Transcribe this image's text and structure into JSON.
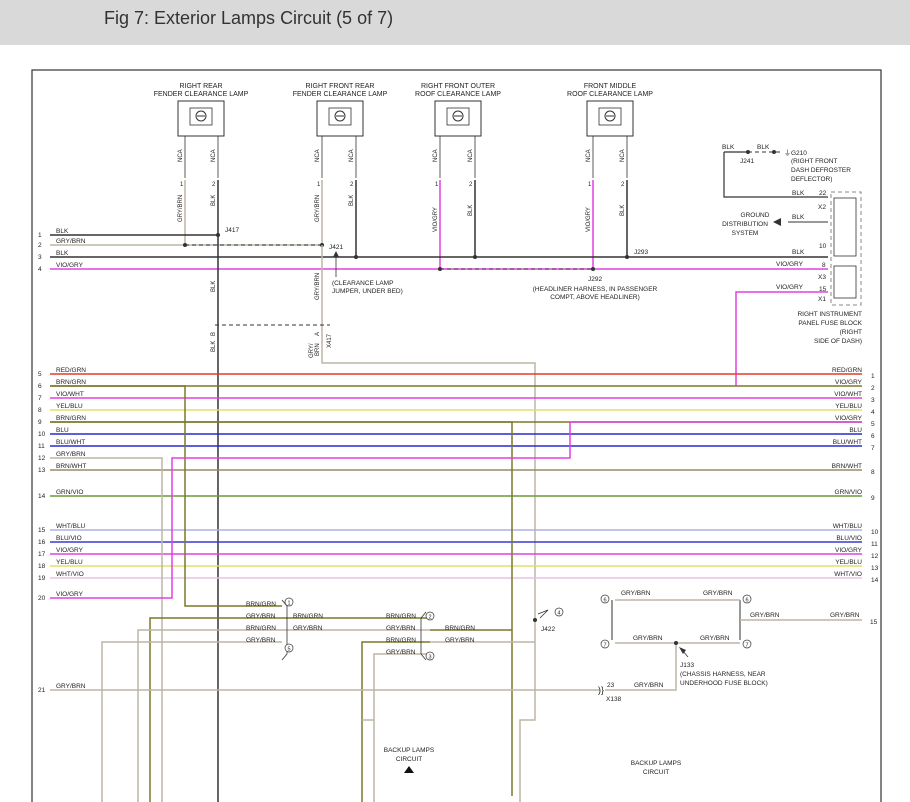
{
  "header": {
    "title": "Fig 7: Exterior Lamps Circuit (5 of 7)"
  },
  "lamps": [
    {
      "name1": "RIGHT REAR",
      "name2": "FENDER CLEARANCE LAMP",
      "pin1": "1",
      "pin2": "2",
      "nca": "NCA",
      "wire1": "GRY/BRN",
      "wire2": "BLK"
    },
    {
      "name1": "RIGHT FRONT REAR",
      "name2": "FENDER CLEARANCE LAMP",
      "pin1": "1",
      "pin2": "2",
      "nca": "NCA",
      "wire1": "GRY/BRN",
      "wire2": "BLK"
    },
    {
      "name1": "RIGHT FRONT OUTER",
      "name2": "ROOF CLEARANCE LAMP",
      "pin1": "1",
      "pin2": "2",
      "nca": "NCA",
      "wire1": "VIO/GRY",
      "wire2": "BLK"
    },
    {
      "name1": "FRONT MIDDLE",
      "name2": "ROOF CLEARANCE LAMP",
      "pin1": "1",
      "pin2": "2",
      "nca": "NCA",
      "wire1": "VIO/GRY",
      "wire2": "BLK"
    }
  ],
  "splices": {
    "j417": "J417",
    "j421": "J421",
    "j293": "J293",
    "j292": "J292",
    "j241": "J241",
    "j422": "J422",
    "j133": "J133",
    "x138": "X138",
    "x417": "X417",
    "g210": "G210",
    "x1": "X1",
    "x2": "X2",
    "x3": "X3"
  },
  "notes": {
    "clearance1": "(CLEARANCE LAMP",
    "clearance2": "JUMPER, UNDER BED)",
    "headliner1": "(HEADLINER HARNESS, IN PASSENGER",
    "headliner2": "COMPT, ABOVE HEADLINER)",
    "g210_1": "(RIGHT FRONT",
    "g210_2": "DASH DEFROSTER",
    "g210_3": "DEFLECTOR)",
    "gds1": "GROUND",
    "gds2": "DISTRIBUTION",
    "gds3": "SYSTEM",
    "ipfb1": "RIGHT INSTRUMENT",
    "ipfb2": "PANEL FUSE BLOCK",
    "ipfb3": "(RIGHT",
    "ipfb4": "SIDE OF DASH)",
    "chassis1": "(CHASSIS HARNESS, NEAR",
    "chassis2": "UNDERHOOD FUSE BLOCK)",
    "backup_a1": "BACKUP LAMPS",
    "backup_a2": "CIRCUIT",
    "backup_b1": "BACKUP LAMPS",
    "backup_b2": "CIRCUIT"
  },
  "top_labels": {
    "blk_j241": "BLK",
    "blk_g210": "BLK",
    "blk_22": "BLK",
    "blk_gds": "BLK",
    "blk_10": "BLK",
    "viogry_8": "VIO/GRY",
    "viogry_15": "VIO/GRY",
    "pin22": "22",
    "pin10": "10",
    "pin8": "8",
    "pin15": "15",
    "blk_drop": "BLK",
    "blk_b": "BLK",
    "pin_b": "B",
    "grybrn_drop": "GRY/BRN",
    "grybrn_a": "GRY/",
    "grybrn_a2": "BRN",
    "pin_a": "A"
  },
  "wires": [
    {
      "num": "1",
      "left": "BLK",
      "right": "",
      "rnum": "",
      "color": "#333333"
    },
    {
      "num": "2",
      "left": "GRY/BRN",
      "right": "",
      "rnum": "",
      "color": "#bdb6a6"
    },
    {
      "num": "3",
      "left": "BLK",
      "right": "",
      "rnum": "",
      "color": "#333333"
    },
    {
      "num": "4",
      "left": "VIO/GRY",
      "right": "",
      "rnum": "",
      "color": "#e040e0"
    },
    {
      "num": "5",
      "left": "RED/GRN",
      "right": "RED/GRN",
      "rnum": "1",
      "color": "#e53a2a"
    },
    {
      "num": "6",
      "left": "BRN/GRN",
      "right": "VIO/GRY",
      "rnum": "2",
      "color": "#7a7a2a"
    },
    {
      "num": "7",
      "left": "VIO/WHT",
      "right": "VIO/WHT",
      "rnum": "3",
      "color": "#e040e0"
    },
    {
      "num": "8",
      "left": "YEL/BLU",
      "right": "YEL/BLU",
      "rnum": "4",
      "color": "#e0e06a"
    },
    {
      "num": "9",
      "left": "BRN/GRN",
      "right": "VIO/GRY",
      "rnum": "5",
      "color": "#7a7a2a"
    },
    {
      "num": "10",
      "left": "BLU",
      "right": "BLU",
      "rnum": "6",
      "color": "#2a2ad0"
    },
    {
      "num": "11",
      "left": "BLU/WHT",
      "right": "BLU/WHT",
      "rnum": "7",
      "color": "#2a2ad0"
    },
    {
      "num": "12",
      "left": "GRY/BRN",
      "right": "",
      "rnum": "",
      "color": "#bdb6a6"
    },
    {
      "num": "13",
      "left": "BRN/WHT",
      "right": "BRN/WHT",
      "rnum": "8",
      "color": "#9a8a6a"
    },
    {
      "num": "14",
      "left": "GRN/VIO",
      "right": "GRN/VIO",
      "rnum": "9",
      "color": "#6a9a3a"
    },
    {
      "num": "15",
      "left": "WHT/BLU",
      "right": "WHT/BLU",
      "rnum": "10",
      "color": "#b0b0e0"
    },
    {
      "num": "16",
      "left": "BLU/VIO",
      "right": "BLU/VIO",
      "rnum": "11",
      "color": "#3a3ad0"
    },
    {
      "num": "17",
      "left": "VIO/GRY",
      "right": "VIO/GRY",
      "rnum": "12",
      "color": "#e040e0"
    },
    {
      "num": "18",
      "left": "YEL/BLU",
      "right": "YEL/BLU",
      "rnum": "13",
      "color": "#e0e06a"
    },
    {
      "num": "19",
      "left": "WHT/VIO",
      "right": "WHT/VIO",
      "rnum": "14",
      "color": "#e6c4e6"
    },
    {
      "num": "20",
      "left": "VIO/GRY",
      "right": "",
      "rnum": "",
      "color": "#e040e0"
    },
    {
      "num": "21",
      "left": "GRY/BRN",
      "right": "",
      "rnum": "",
      "color": "#bdb6a6"
    }
  ],
  "lower": {
    "lbl_brngrn_1": "BRN/GRN",
    "lbl_grybrn_1": "GRY/BRN",
    "lbl_brngrn_1b": "BRN/GRN",
    "lbl_grybrn_1b": "GRY/BRN",
    "lbl_brngrn_2": "BRN/GRN",
    "lbl_grybrn_2": "GRY/BRN",
    "lbl_brngrn_2b": "BRN/GRN",
    "lbl_grybrn_2b": "GRY/BRN",
    "lbl_brngrn_3": "BRN/GRN",
    "lbl_grybrn_3": "GRY/BRN",
    "lbl_grybrn_3b": "GRY/BRN",
    "c1": "1",
    "c2": "2",
    "c3": "3",
    "c4": "4",
    "c5": "5",
    "r6": "6",
    "r7": "7",
    "r6b": "6",
    "r7b": "7",
    "j422_grybrn_a": "GRY/BRN",
    "j422_grybrn_b": "GRY/BRN",
    "j422_grybrn_c": "GRY/BRN",
    "j422_grybrn_d": "GRY/BRN",
    "out_grybrn": "GRY/BRN",
    "out_num": "15",
    "x138_pin": "23",
    "x138_grybrn": "GRY/BRN"
  }
}
